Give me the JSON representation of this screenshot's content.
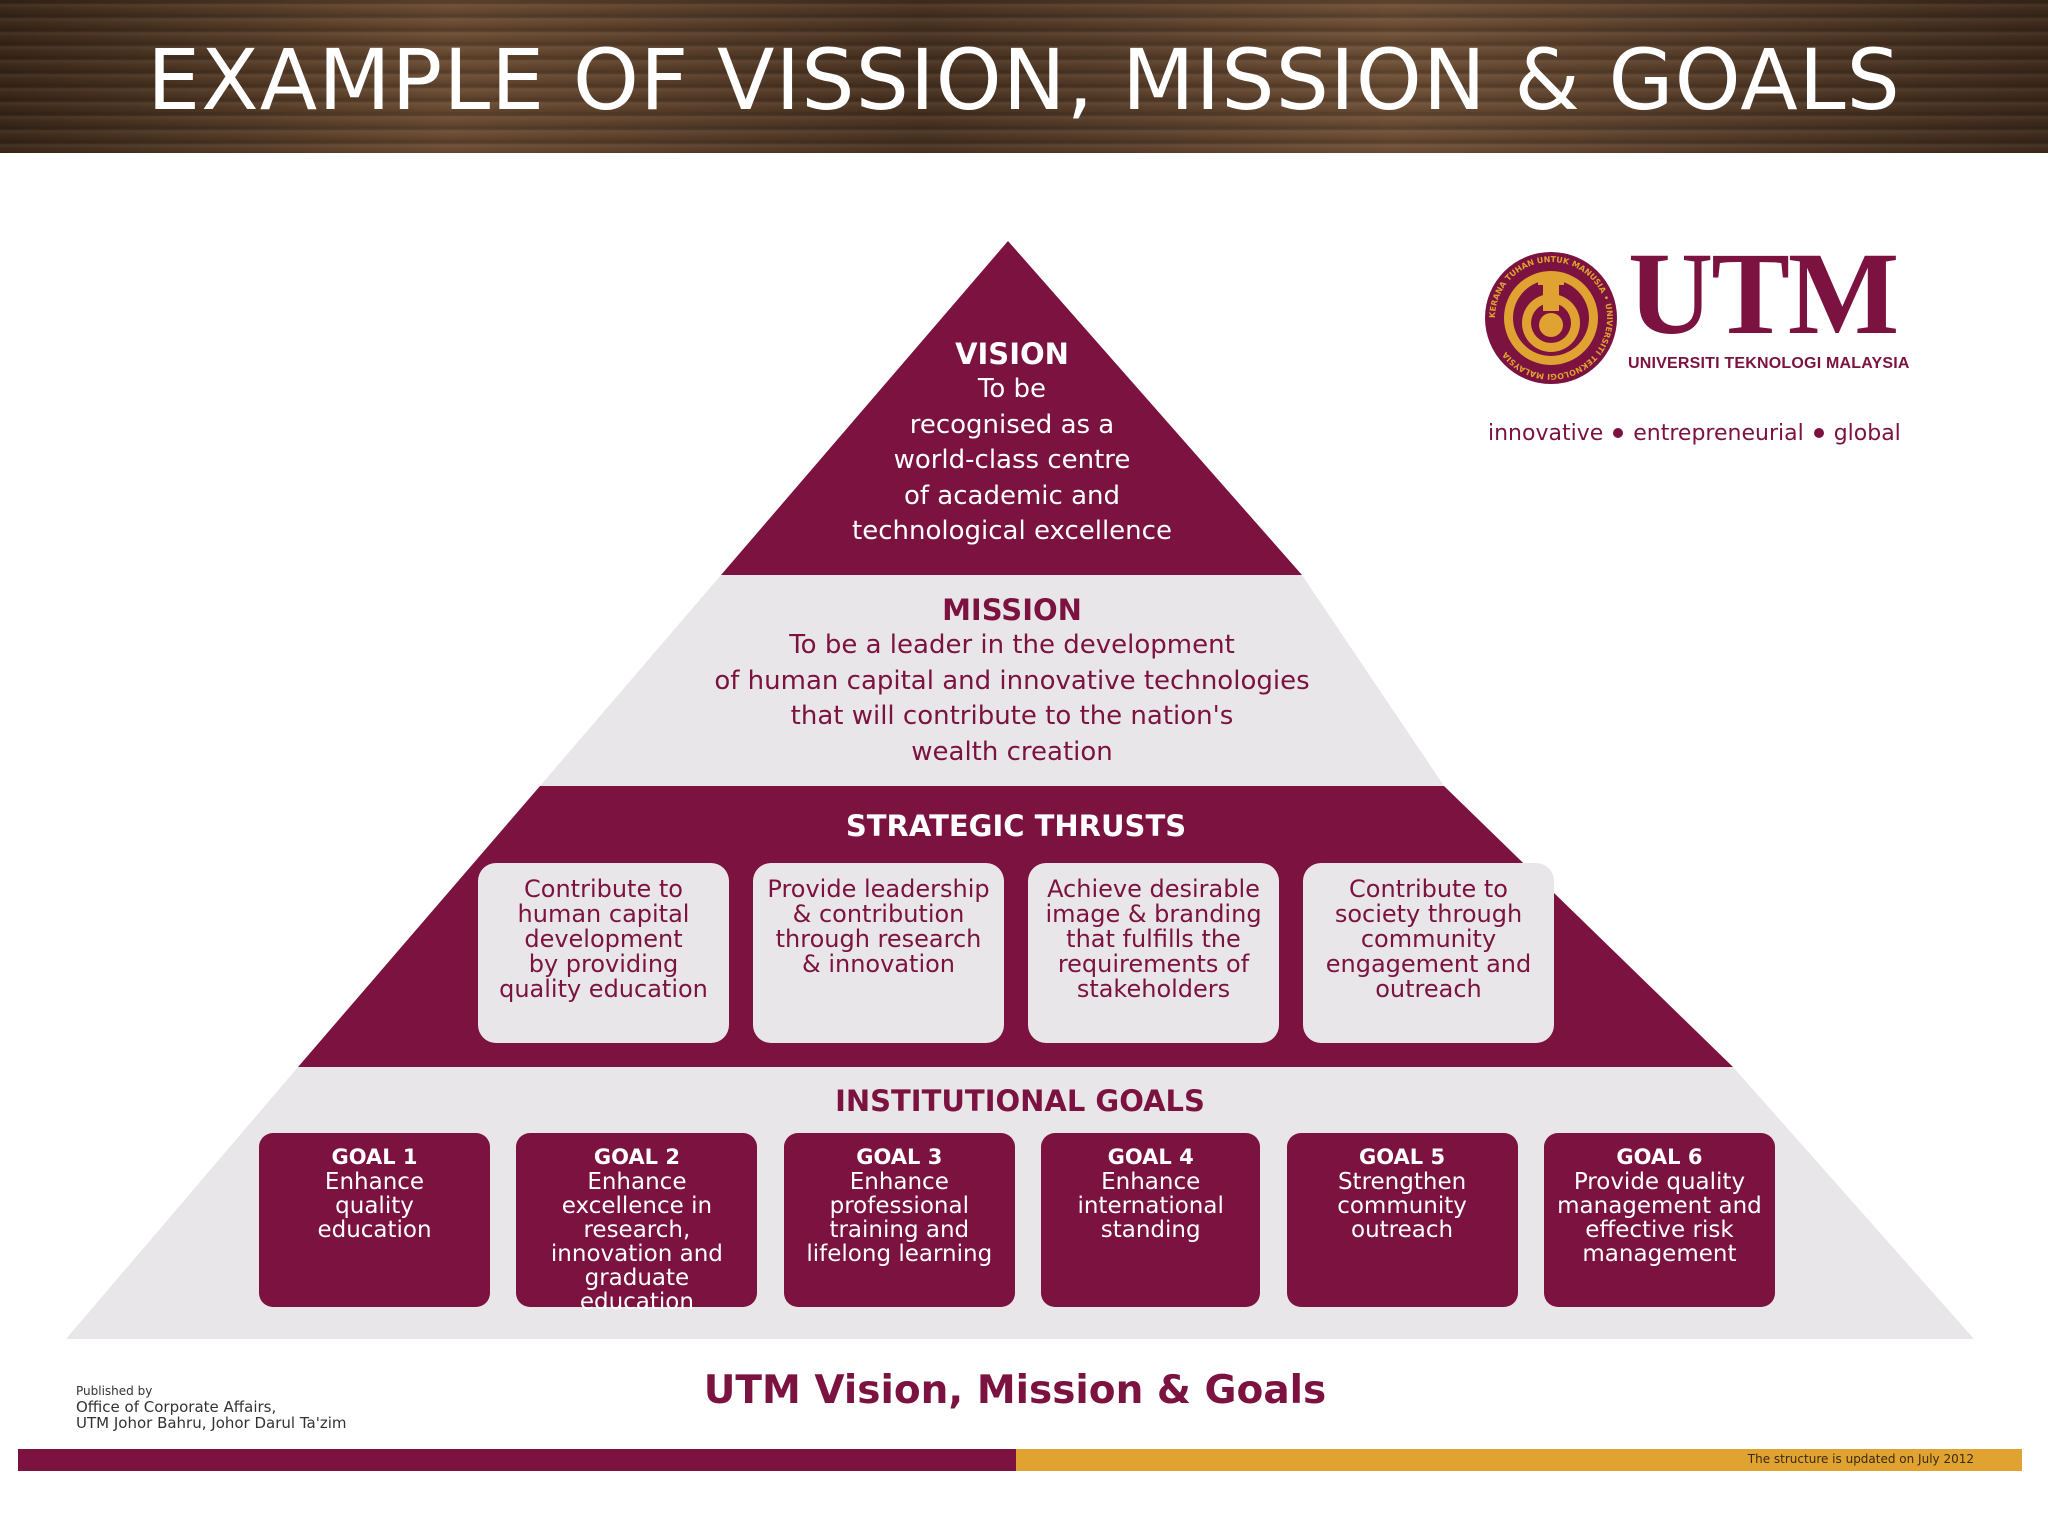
{
  "slide": {
    "title": "EXAMPLE OF VISSION, MISSION & GOALS"
  },
  "colors": {
    "plum": "#7b123f",
    "light_gray": "#e8e6e8",
    "gold": "#e0a231",
    "white": "#ffffff"
  },
  "pyramid": {
    "vision": {
      "heading": "VISION",
      "lines": [
        "To be",
        "recognised as a",
        "world-class centre",
        "of academic and",
        "technological excellence"
      ]
    },
    "mission": {
      "heading": "MISSION",
      "lines": [
        "To be a leader in the development",
        "of human capital and innovative technologies",
        "that will contribute to the nation's",
        "wealth creation"
      ]
    },
    "strategic_thrusts": {
      "heading": "STRATEGIC THRUSTS",
      "items": [
        {
          "lines": [
            "Contribute to",
            "human capital",
            "development",
            "by providing",
            "quality education"
          ]
        },
        {
          "lines": [
            "Provide leadership",
            "& contribution",
            "through research",
            "& innovation"
          ]
        },
        {
          "lines": [
            "Achieve desirable",
            "image & branding",
            "that fulfills the",
            "requirements of",
            "stakeholders"
          ]
        },
        {
          "lines": [
            "Contribute to",
            "society through",
            "community",
            "engagement and",
            "outreach"
          ]
        }
      ]
    },
    "institutional_goals": {
      "heading": "INSTITUTIONAL GOALS",
      "items": [
        {
          "label": "GOAL 1",
          "lines": [
            "Enhance",
            "quality",
            "education"
          ]
        },
        {
          "label": "GOAL 2",
          "lines": [
            "Enhance",
            "excellence in",
            "research,",
            "innovation and",
            "graduate education"
          ]
        },
        {
          "label": "GOAL 3",
          "lines": [
            "Enhance",
            "professional",
            "training and",
            "lifelong learning"
          ]
        },
        {
          "label": "GOAL 4",
          "lines": [
            "Enhance",
            "international",
            "standing"
          ]
        },
        {
          "label": "GOAL 5",
          "lines": [
            "Strengthen",
            "community",
            "outreach"
          ]
        },
        {
          "label": "GOAL 6",
          "lines": [
            "Provide quality",
            "management and",
            "effective risk",
            "management"
          ]
        }
      ]
    }
  },
  "logo": {
    "wordmark": "UTM",
    "subtitle": "UNIVERSITI TEKNOLOGI MALAYSIA",
    "seal_text": "KERANA TUHAN UNTUK MANUSIA • UNIVERSITI TEKNOLOGI MALAYSIA",
    "tagline": [
      "innovative",
      "entrepreneurial",
      "global"
    ]
  },
  "caption": "UTM Vision, Mission & Goals",
  "publisher": {
    "line1": "Published by",
    "line2": "Office of Corporate Affairs,",
    "line3": "UTM Johor Bahru, Johor Darul Ta'zim"
  },
  "footer_note": "The structure is updated on July 2012"
}
